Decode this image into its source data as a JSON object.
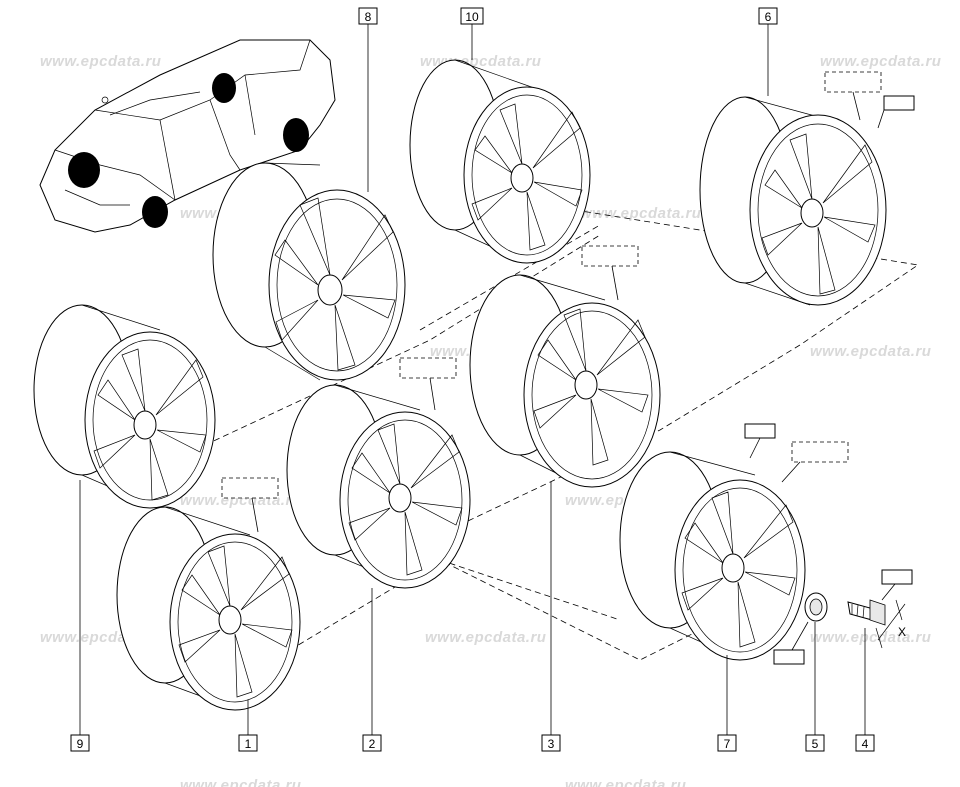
{
  "watermark": "www.epcdata.ru",
  "callouts": [
    {
      "id": "callout-8",
      "label": "8"
    },
    {
      "id": "callout-10",
      "label": "10"
    },
    {
      "id": "callout-6",
      "label": "6"
    },
    {
      "id": "callout-9",
      "label": "9"
    },
    {
      "id": "callout-1",
      "label": "1"
    },
    {
      "id": "callout-2",
      "label": "2"
    },
    {
      "id": "callout-3",
      "label": "3"
    },
    {
      "id": "callout-7",
      "label": "7"
    },
    {
      "id": "callout-5",
      "label": "5"
    },
    {
      "id": "callout-4",
      "label": "4"
    }
  ],
  "dimension_label": "X"
}
